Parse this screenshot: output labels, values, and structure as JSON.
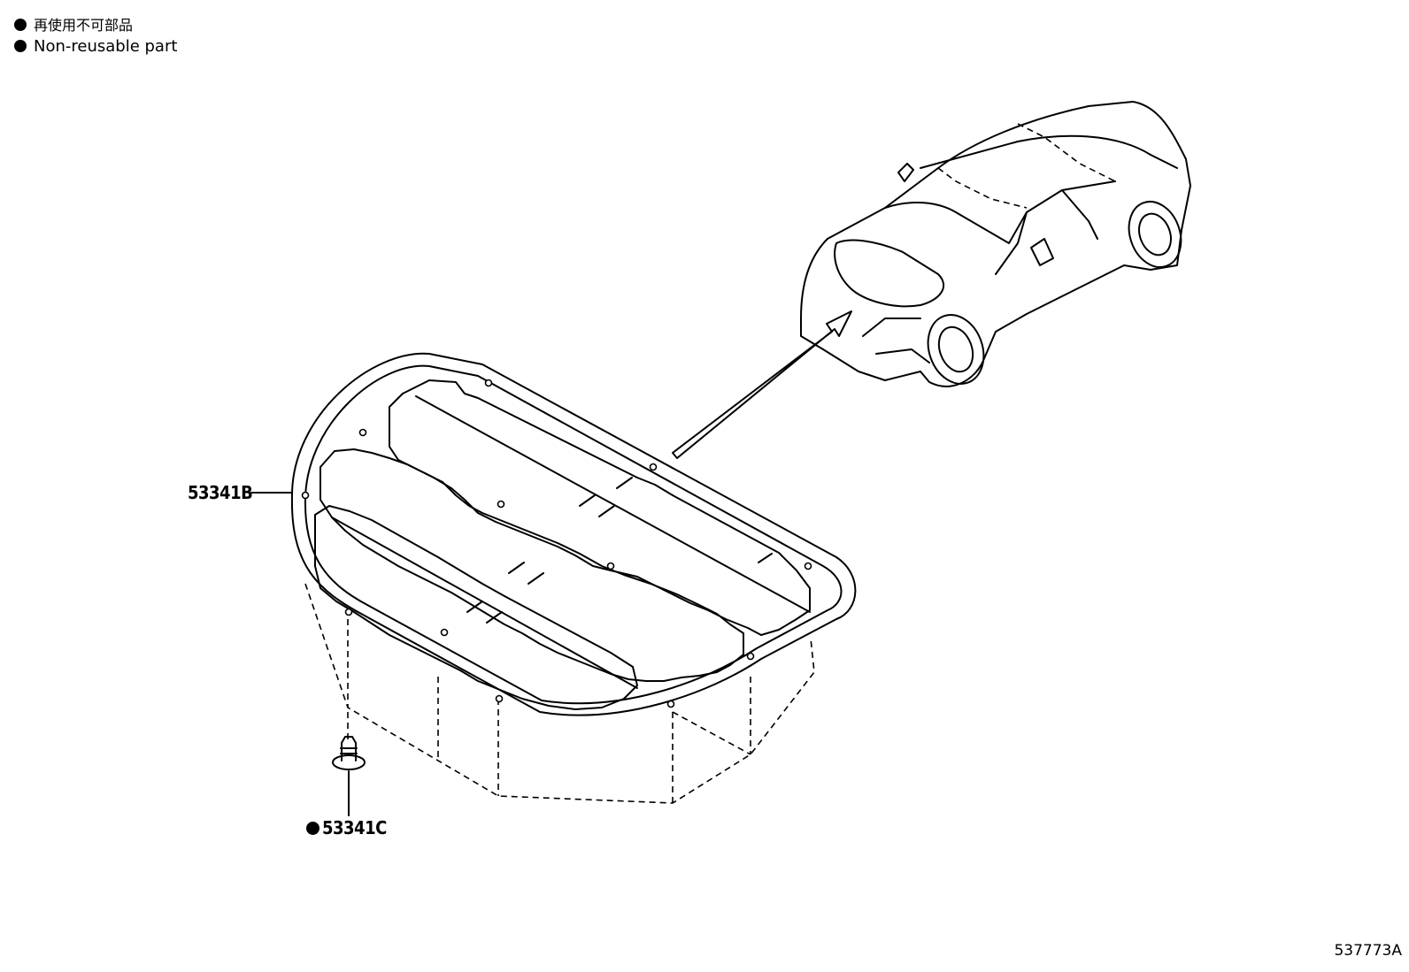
{
  "legend": {
    "mark": "●",
    "japanese": "再使用不可部品",
    "english": "Non-reusable part"
  },
  "callouts": {
    "cover": "53341B",
    "clip_mark": "●",
    "clip": "53341C"
  },
  "illustration_code": "537773A"
}
